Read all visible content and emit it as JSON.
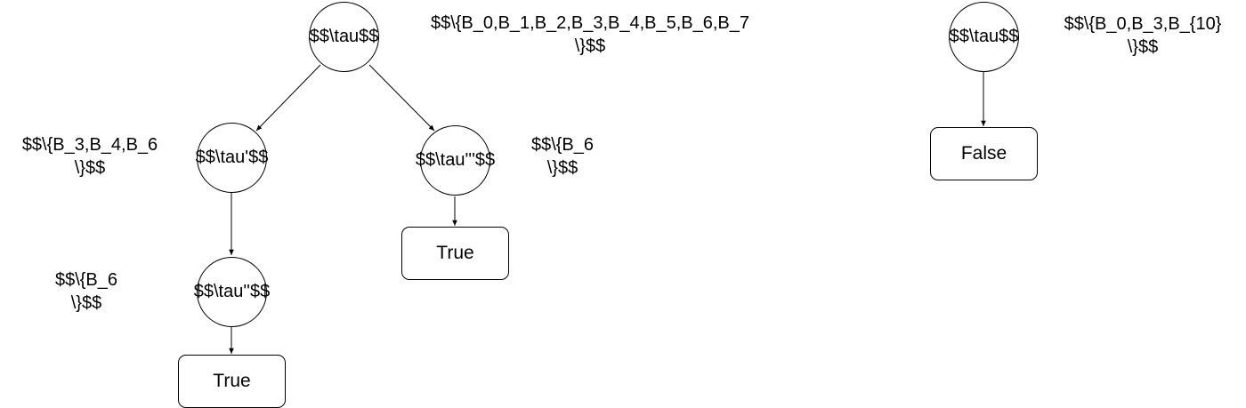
{
  "trees": [
    {
      "root": {
        "label": "$$\\tau$$",
        "set": "$$\\{B_0,B_1,B_2,B_3,B_4,B_5,B_6,B_7\n\\}$$"
      },
      "left": {
        "label": "$$\\tau'$$",
        "set": "$$\\{B_3,B_4,B_6\n\\}$$"
      },
      "left_child": {
        "label": "$$\\tau''$$",
        "set": "$$\\{B_6\n\\}$$"
      },
      "left_leaf": {
        "label": "True"
      },
      "right": {
        "label": "$$\\tau'''$$",
        "set": "$$\\{B_6\n\\}$$"
      },
      "right_leaf": {
        "label": "True"
      }
    },
    {
      "root": {
        "label": "$$\\tau$$",
        "set": "$$\\{B_0,B_3,B_{10}\n\\}$$"
      },
      "leaf": {
        "label": "False"
      }
    }
  ]
}
